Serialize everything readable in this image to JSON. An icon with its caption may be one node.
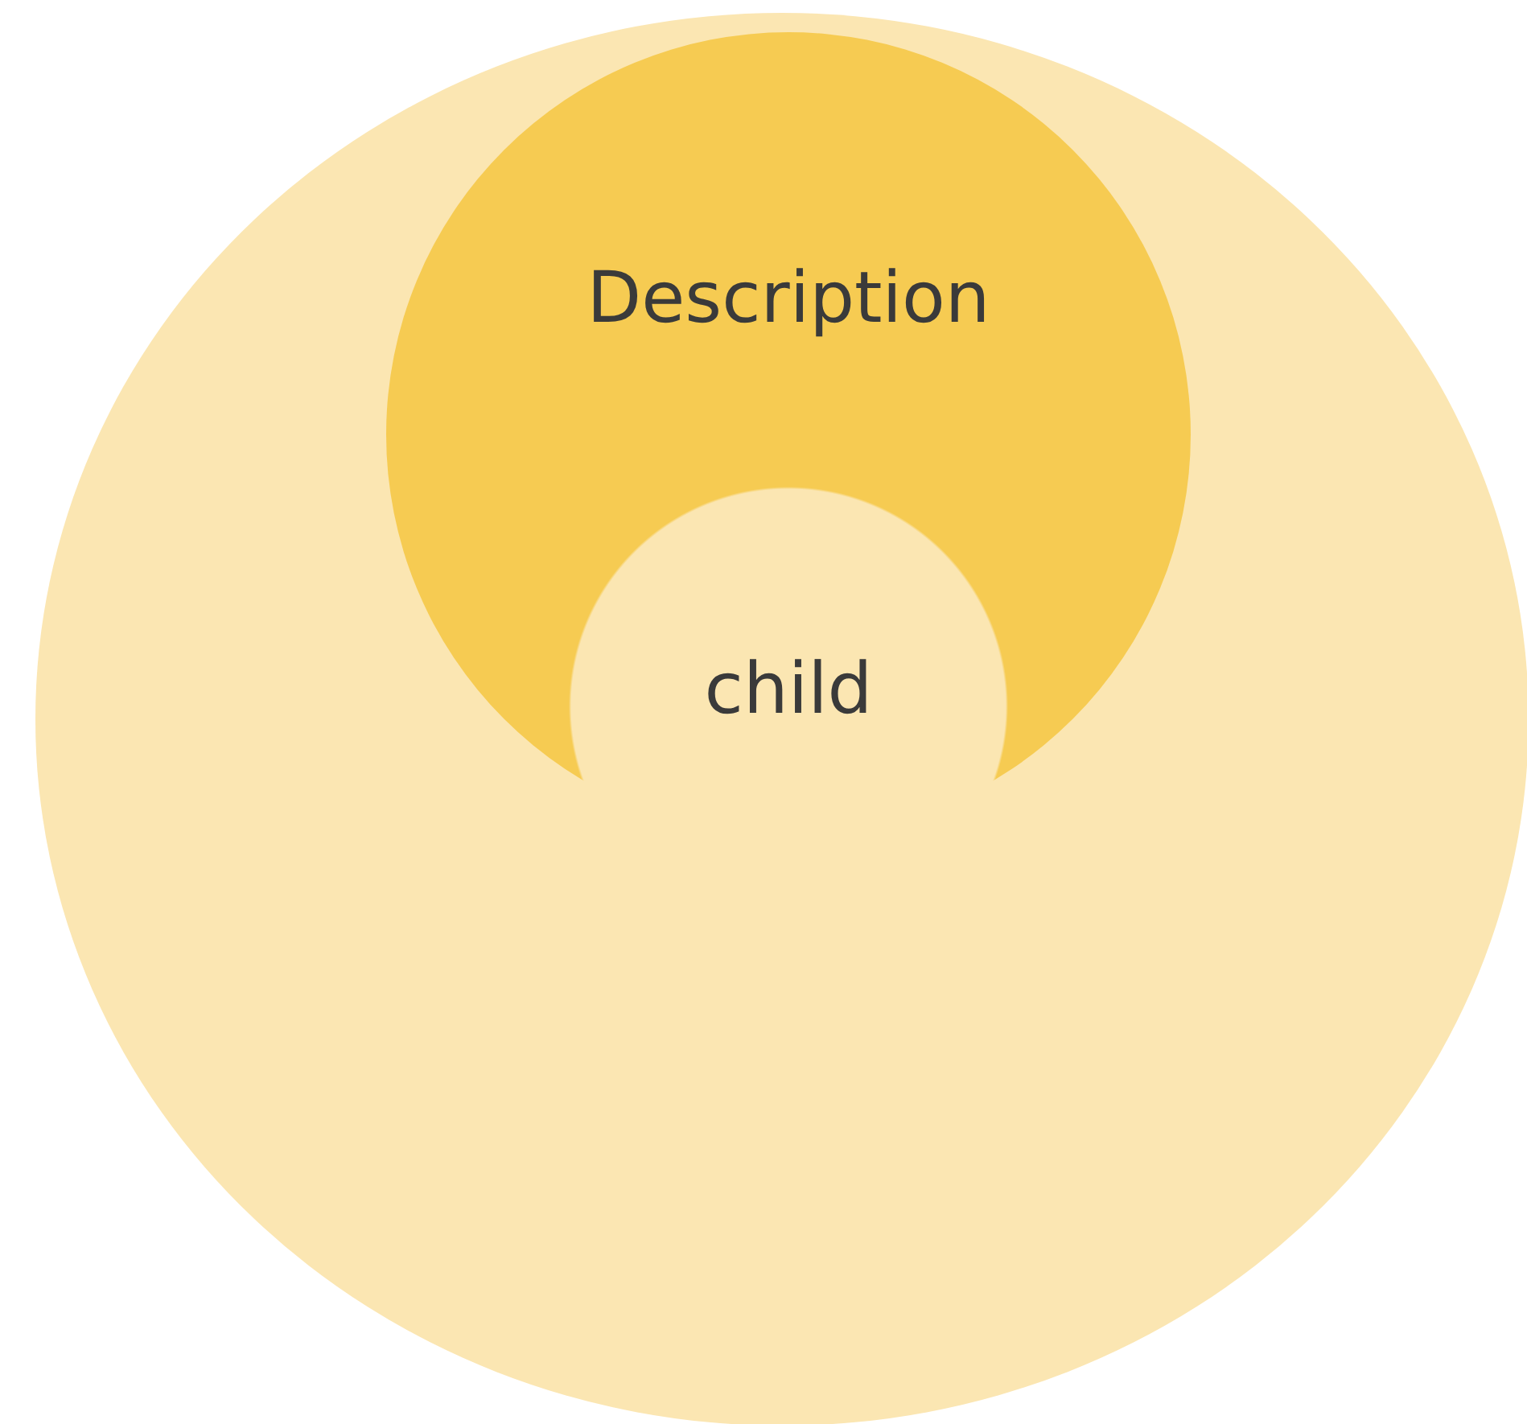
{
  "diagram": {
    "nodes": [
      {
        "text": [],
        "shape": "circle"
      },
      {
        "text": [
          "Description"
        ],
        "in": 0
      },
      {
        "text": [
          "child"
        ],
        "in": 1
      }
    ]
  }
}
